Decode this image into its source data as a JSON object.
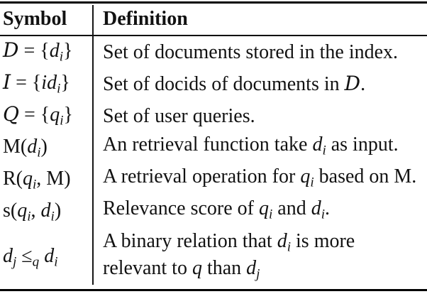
{
  "colors": {
    "background": "#ffffff",
    "text": "#121212",
    "rule": "#000000"
  },
  "table": {
    "header": {
      "symbol": "Symbol",
      "definition": "Definition"
    },
    "rows": [
      {
        "symbol": [
          {
            "cal": "D"
          },
          {
            "t": " = {"
          },
          {
            "i": "d"
          },
          {
            "sub": "i"
          },
          {
            "t": "}"
          }
        ],
        "definition": [
          [
            {
              "t": "Set of documents stored in the index."
            }
          ]
        ]
      },
      {
        "symbol": [
          {
            "cal": "I"
          },
          {
            "t": " = {"
          },
          {
            "i": "id"
          },
          {
            "sub": "i"
          },
          {
            "t": "}"
          }
        ],
        "definition": [
          [
            {
              "t": "Set of docids of documents in "
            },
            {
              "cal": "D"
            },
            {
              "t": "."
            }
          ]
        ]
      },
      {
        "symbol": [
          {
            "cal": "Q"
          },
          {
            "t": " = {"
          },
          {
            "i": "q"
          },
          {
            "sub": "i"
          },
          {
            "t": "}"
          }
        ],
        "definition": [
          [
            {
              "t": "Set of user queries."
            }
          ]
        ]
      },
      {
        "symbol": [
          {
            "t": "M("
          },
          {
            "i": "d"
          },
          {
            "sub": "i"
          },
          {
            "t": ")"
          }
        ],
        "definition": [
          [
            {
              "t": "An retrieval function take "
            },
            {
              "i": "d"
            },
            {
              "sub": "i"
            },
            {
              "t": " as input."
            }
          ]
        ]
      },
      {
        "symbol": [
          {
            "t": "R("
          },
          {
            "i": "q"
          },
          {
            "sub": "i"
          },
          {
            "t": ", M)"
          }
        ],
        "definition": [
          [
            {
              "t": "A retrieval operation for "
            },
            {
              "i": "q"
            },
            {
              "sub": "i"
            },
            {
              "t": " based on M."
            }
          ]
        ]
      },
      {
        "symbol": [
          {
            "t": "s("
          },
          {
            "i": "q"
          },
          {
            "sub": "i"
          },
          {
            "t": ", "
          },
          {
            "i": "d"
          },
          {
            "sub": "i"
          },
          {
            "t": ")"
          }
        ],
        "definition": [
          [
            {
              "t": "Relevance score of "
            },
            {
              "i": "q"
            },
            {
              "sub": "i"
            },
            {
              "t": " and "
            },
            {
              "i": "d"
            },
            {
              "sub": "i"
            },
            {
              "t": "."
            }
          ]
        ]
      },
      {
        "symbol": [
          {
            "i": "d"
          },
          {
            "sub": "j"
          },
          {
            "t": " ≤"
          },
          {
            "sub": "q"
          },
          {
            "t": " "
          },
          {
            "i": "d"
          },
          {
            "sub": "i"
          }
        ],
        "definition": [
          [
            {
              "t": "A binary relation that "
            },
            {
              "i": "d"
            },
            {
              "sub": "i"
            },
            {
              "t": " is more"
            }
          ],
          [
            {
              "t": "relevant to "
            },
            {
              "i": "q"
            },
            {
              "t": " than "
            },
            {
              "i": "d"
            },
            {
              "sub": "j"
            }
          ]
        ]
      }
    ]
  }
}
